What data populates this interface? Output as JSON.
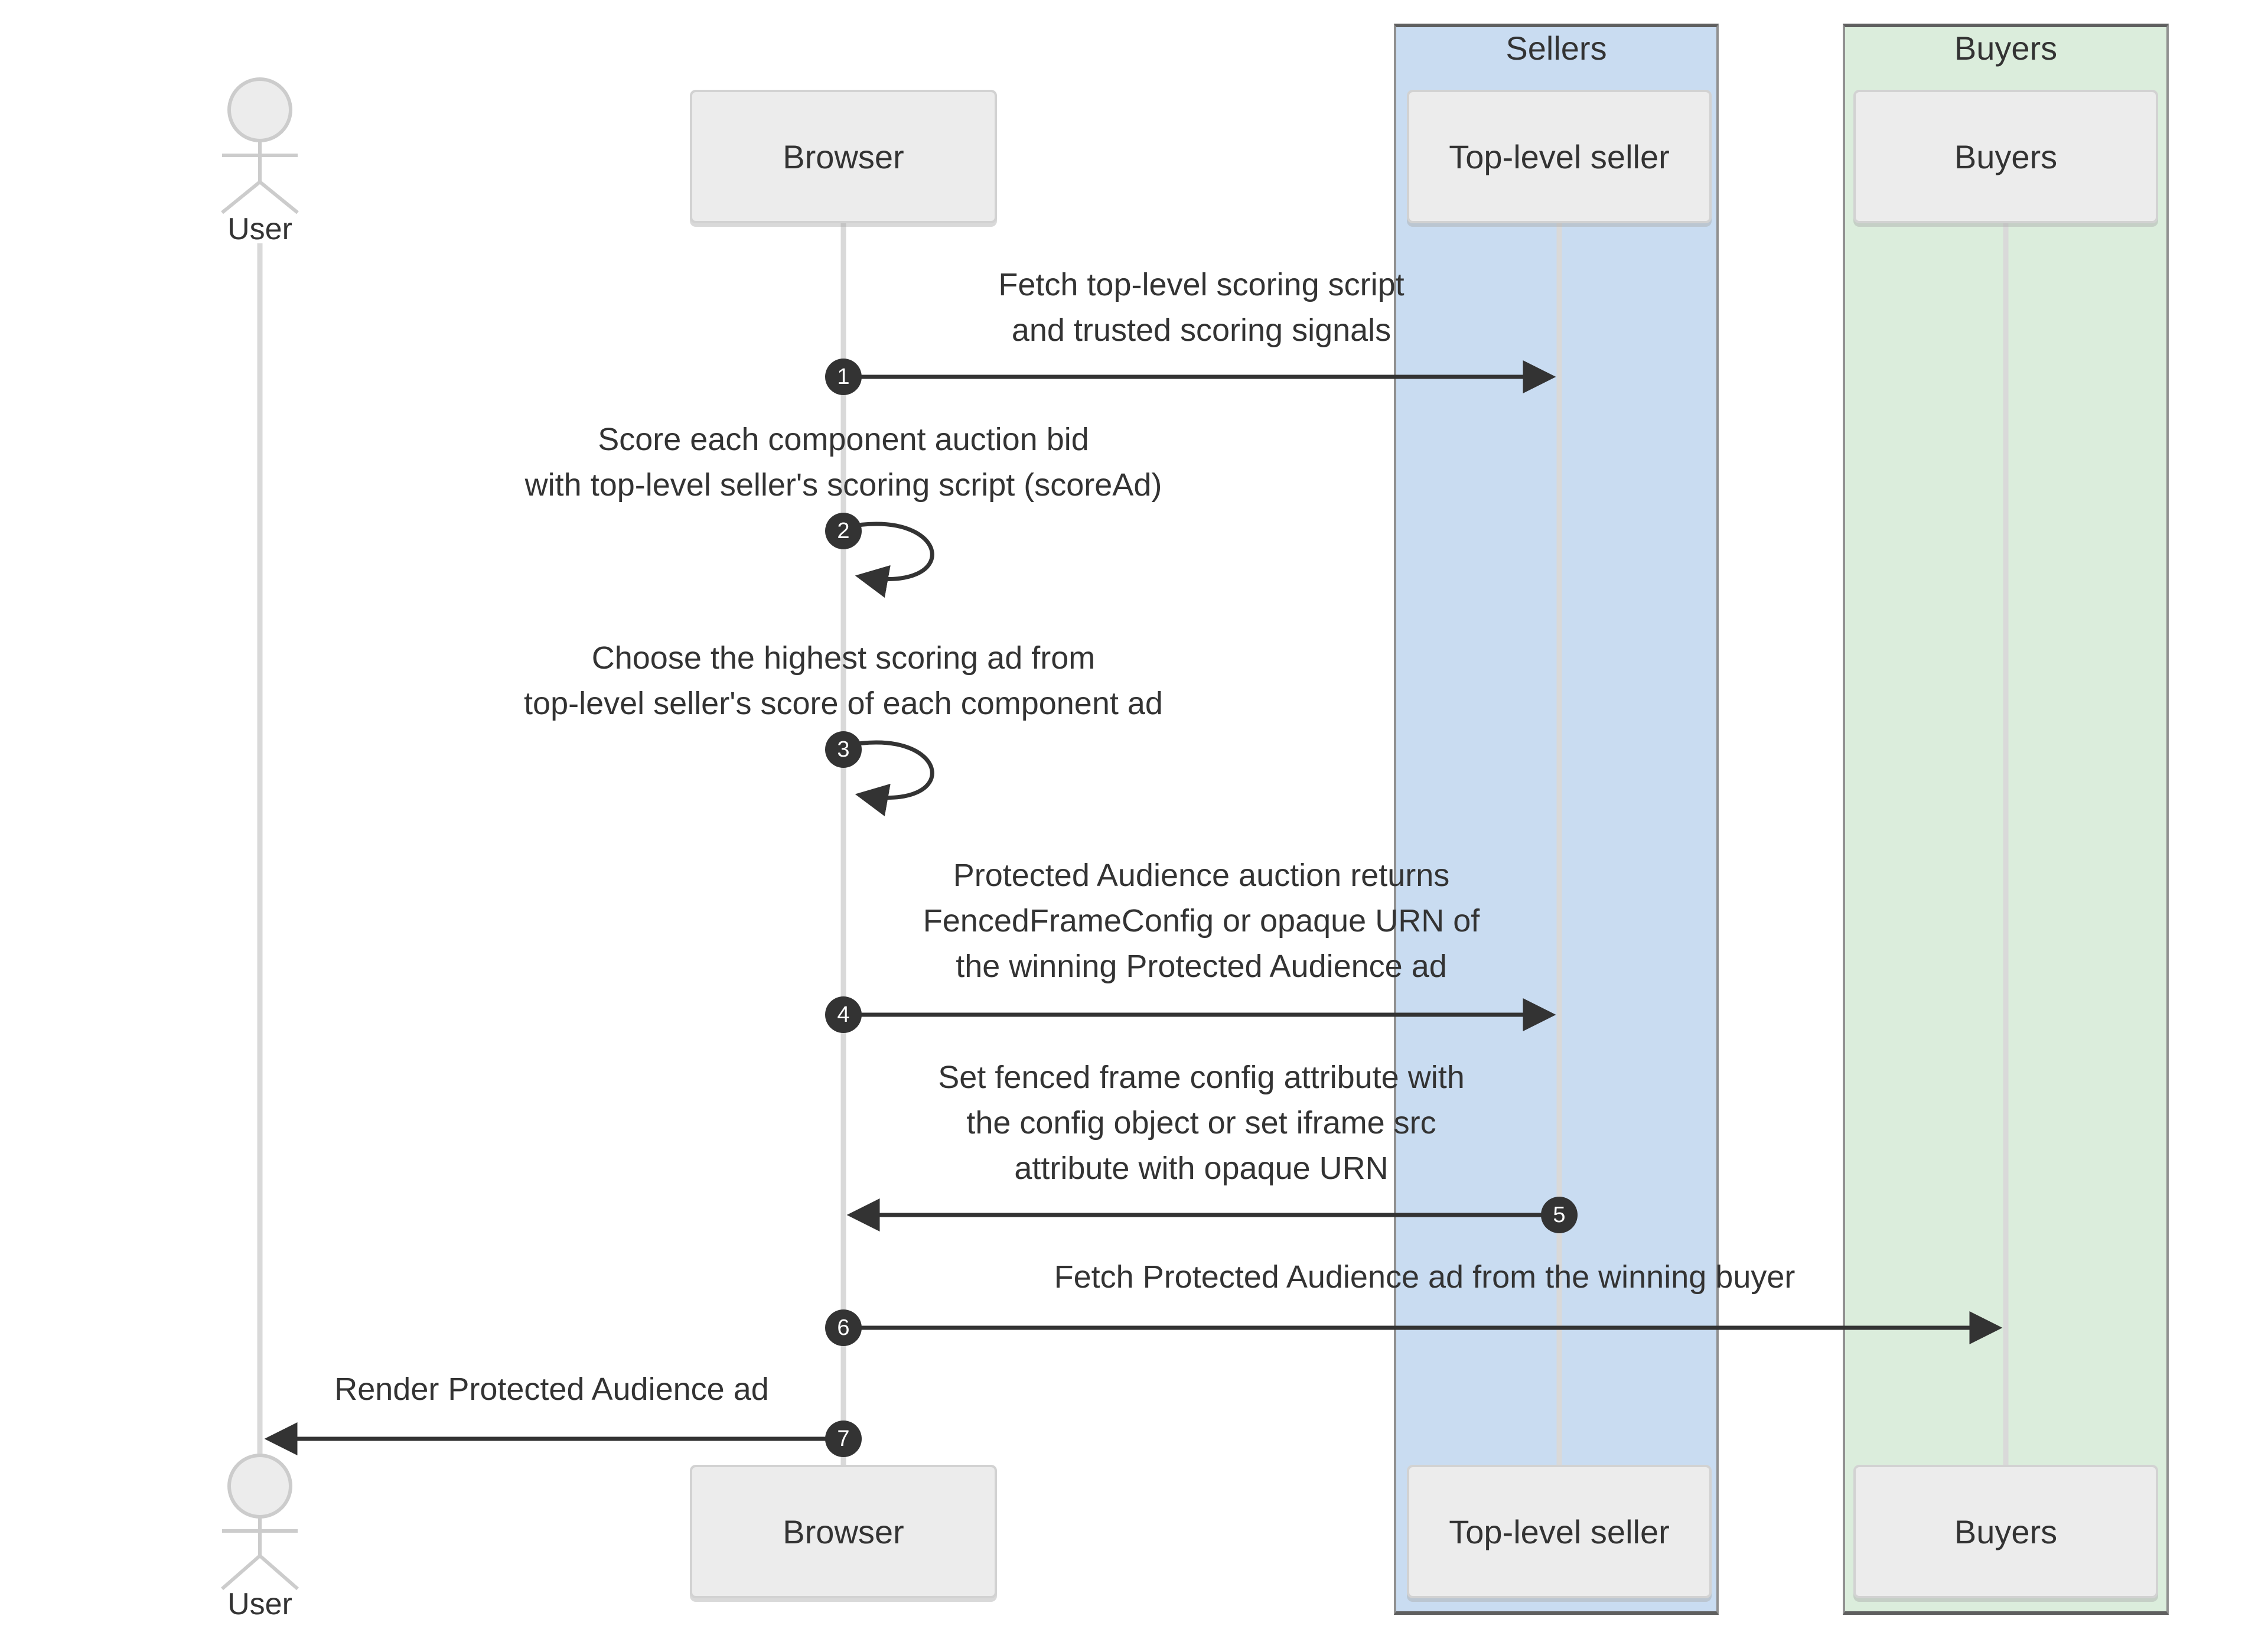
{
  "groups": [
    {
      "label": "Sellers",
      "fill": "#c9dcf1"
    },
    {
      "label": "Buyers",
      "fill": "#dbeddc"
    }
  ],
  "actor": {
    "top_label": "User",
    "bottom_label": "User"
  },
  "participants": {
    "browser": {
      "top": "Browser",
      "bottom": "Browser"
    },
    "top_level_seller": {
      "top": "Top-level seller",
      "bottom": "Top-level seller"
    },
    "buyers": {
      "top": "Buyers",
      "bottom": "Buyers"
    }
  },
  "messages": [
    {
      "num": "1",
      "from": "Browser",
      "to": "Top-level seller",
      "text": "Fetch top-level scoring script\nand trusted scoring signals"
    },
    {
      "num": "2",
      "from": "Browser",
      "to": "Browser",
      "text": "Score each component auction bid\nwith top-level seller's scoring script (scoreAd)"
    },
    {
      "num": "3",
      "from": "Browser",
      "to": "Browser",
      "text": "Choose the highest scoring ad from\ntop-level seller's score of each component ad"
    },
    {
      "num": "4",
      "from": "Browser",
      "to": "Top-level seller",
      "text": "Protected Audience auction returns\nFencedFrameConfig or opaque URN of\nthe winning Protected Audience ad"
    },
    {
      "num": "5",
      "from": "Top-level seller",
      "to": "Browser",
      "text": "Set fenced frame config attribute with\nthe config object or set iframe src\nattribute with opaque URN"
    },
    {
      "num": "6",
      "from": "Browser",
      "to": "Buyers",
      "text": "Fetch Protected Audience ad from the winning buyer"
    },
    {
      "num": "7",
      "from": "Browser",
      "to": "User",
      "text": "Render Protected Audience ad"
    }
  ],
  "colors": {
    "background": "#ffffff",
    "sellers_group_fill": "#c9dcf1",
    "buyers_group_fill": "#dbeddc",
    "group_border": "#909090",
    "participant_box_fill": "#ececec",
    "participant_box_border": "#d2d2d2",
    "lifeline": "#d9d9d9",
    "actor_stroke": "#cccccc",
    "arrow": "#333333",
    "badge_fill": "#333333",
    "badge_text": "#ffffff",
    "text": "#333333"
  }
}
